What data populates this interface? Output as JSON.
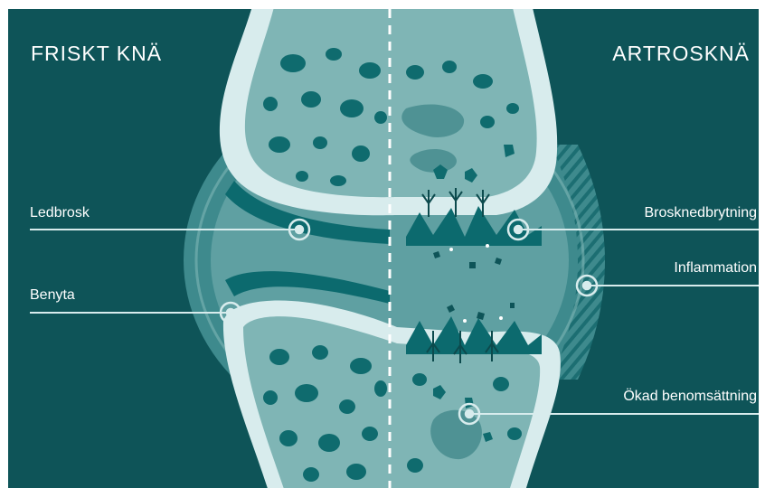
{
  "titles": {
    "left": "FRISKT KNÄ",
    "right": "ARTROSKNÄ"
  },
  "labels": {
    "ledbrosk": "Ledbrosk",
    "benyta": "Benyta",
    "brosknedbrytning": "Brosknedbrytning",
    "inflammation": "Inflammation",
    "okad_benomsattning": "Ökad benomsättning"
  },
  "colors": {
    "background": "#0e5458",
    "capsule": "#3e8a8d",
    "synovial_fluid": "#5fa0a2",
    "bone_shell": "#d8eced",
    "bone_interior": "#7fb5b5",
    "cartilage": "#0c6a6e",
    "pores": "#0f6b6e",
    "callout_lines": "#d8eced"
  }
}
